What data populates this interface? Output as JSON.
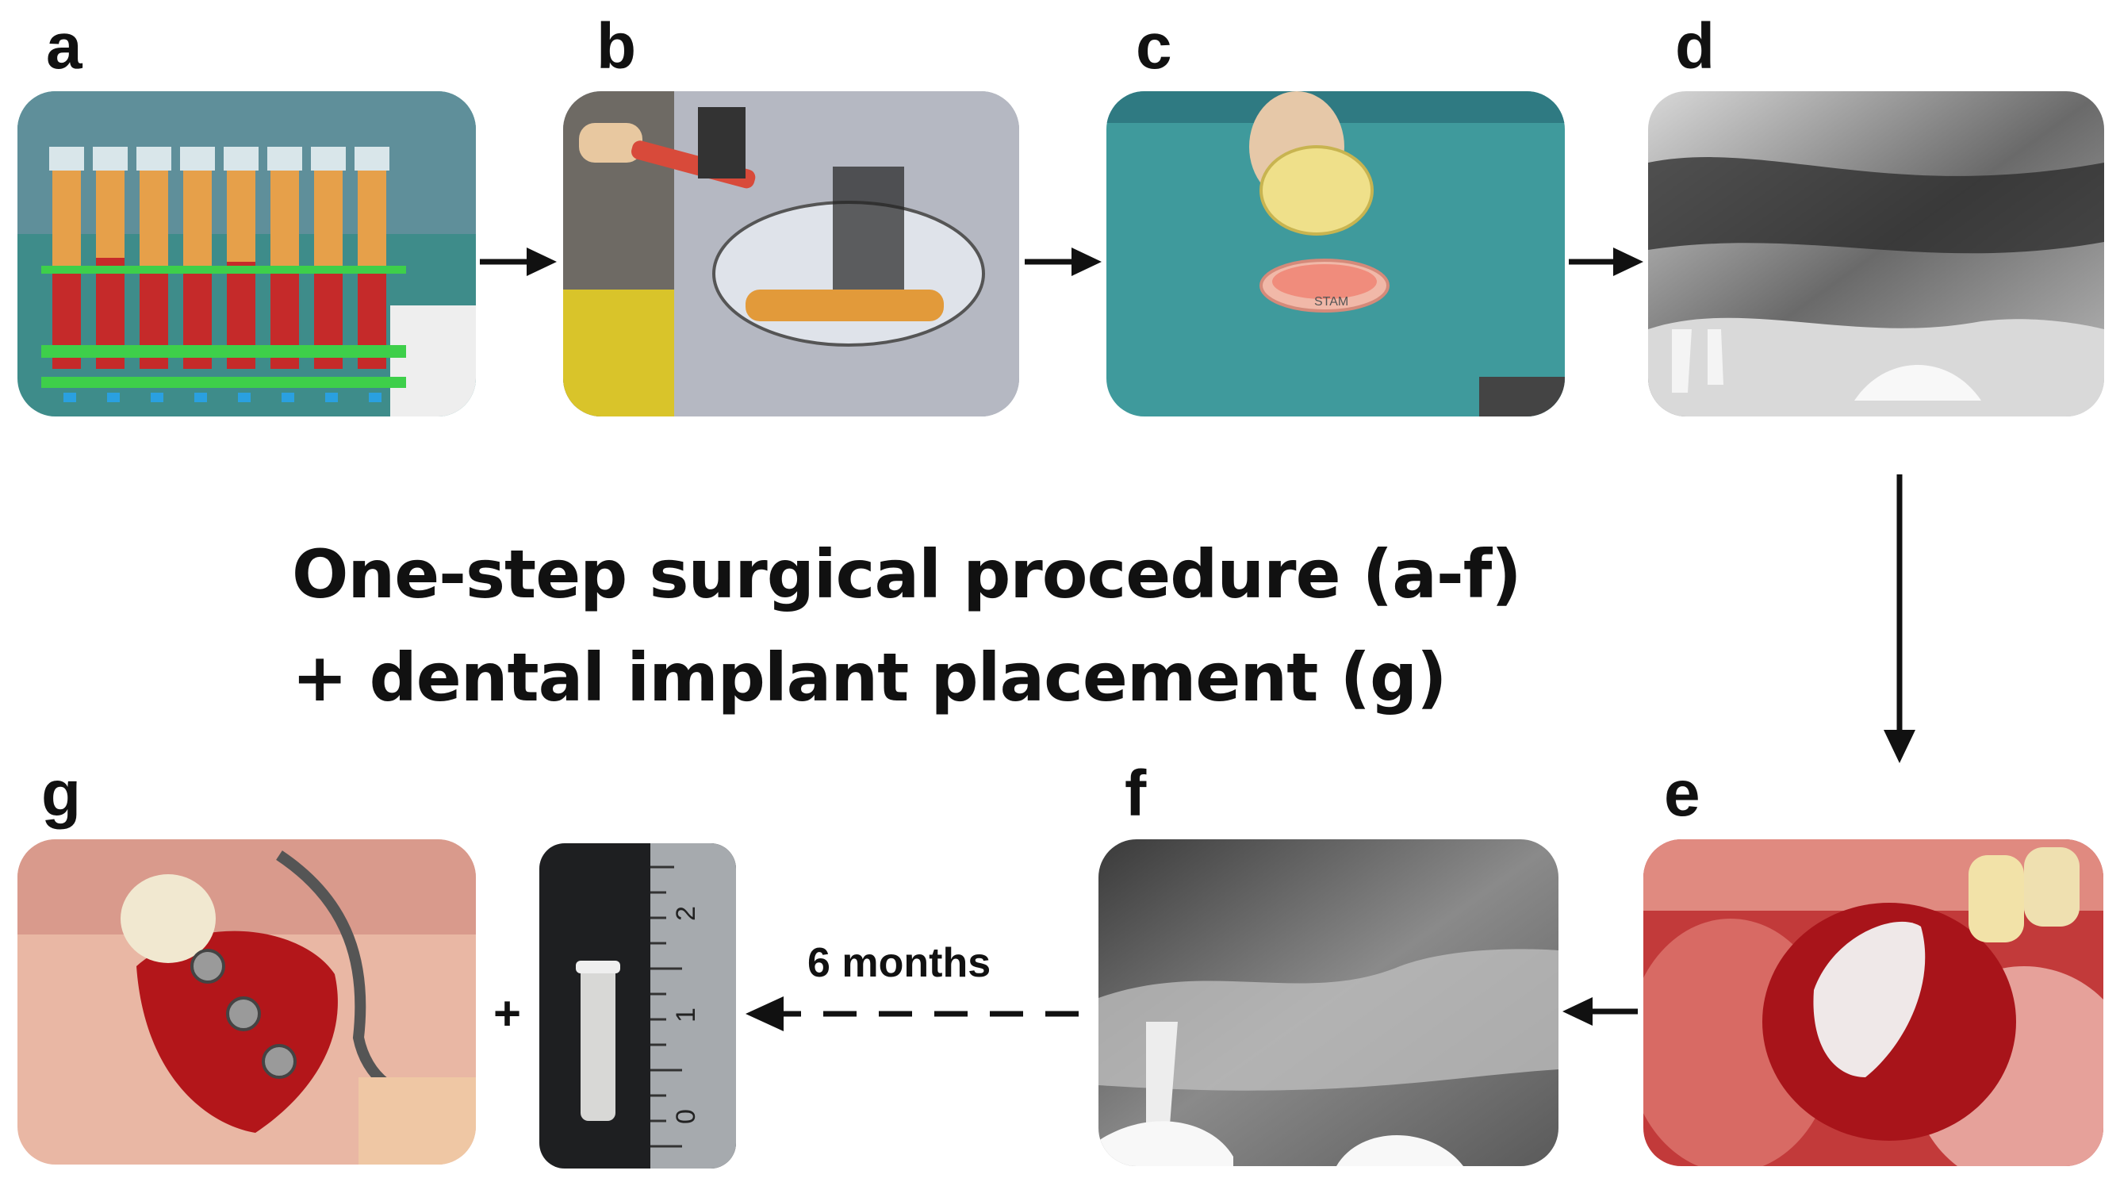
{
  "panels": [
    {
      "letter": "a",
      "subject": "syringes with blood in a rack"
    },
    {
      "letter": "b",
      "subject": "cell processing cylinder device"
    },
    {
      "letter": "c",
      "subject": "scaffold cup over granules dish"
    },
    {
      "letter": "d",
      "subject": "pre-operative radiograph"
    },
    {
      "letter": "e",
      "subject": "graft in surgical site"
    },
    {
      "letter": "f",
      "subject": "post-operative radiograph"
    },
    {
      "letter": "g",
      "subject": "dental implants placed"
    }
  ],
  "dish_label": "STAM",
  "title": {
    "line1": "One-step surgical procedure (a-f)",
    "line2": "+ dental implant placement (g)"
  },
  "interval_label": "6 months",
  "plus_sign": "+",
  "ruler_marks": [
    "2",
    "1",
    "0"
  ],
  "colors": {
    "arrow": "#111111",
    "surgical_drape": "#3f8f8f",
    "blood": "#b3161a",
    "xray_dark": "#2a2a2a"
  }
}
